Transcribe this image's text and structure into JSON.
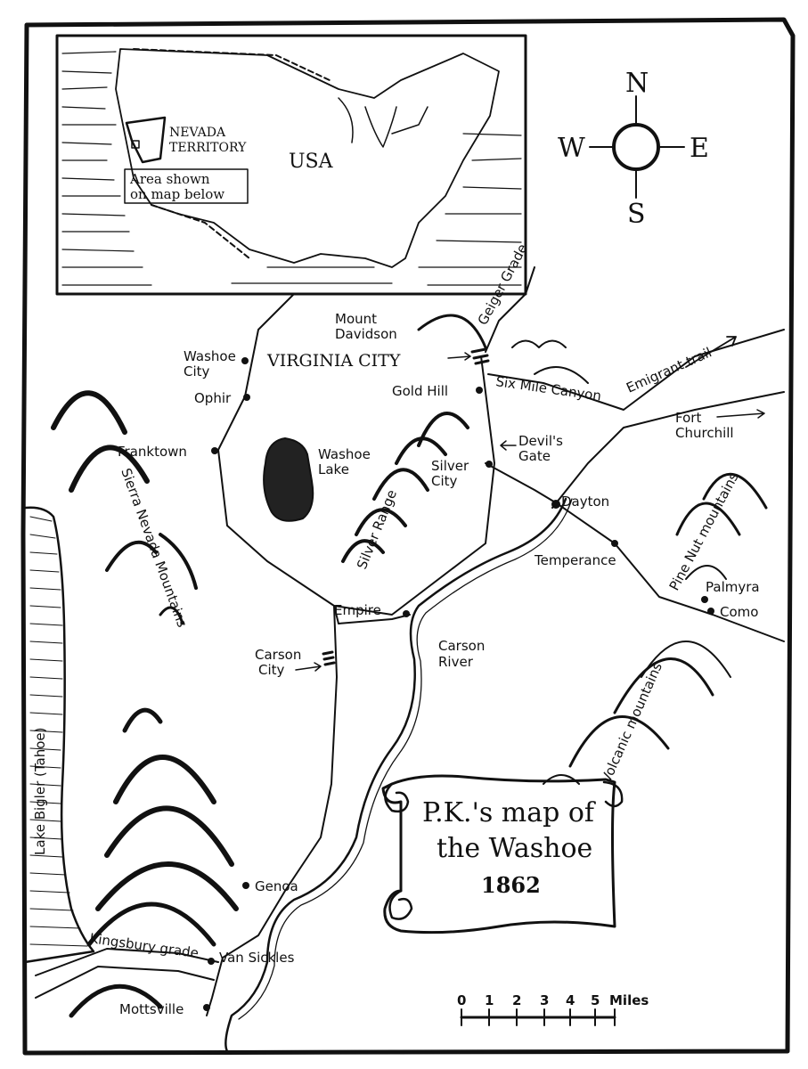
{
  "title": {
    "line1": "P.K.'s map of",
    "line2": "the Washoe",
    "year": "1862"
  },
  "inset": {
    "country": "USA",
    "territory_line1": "NEVADA",
    "territory_line2": "TERRITORY",
    "note_line1": "Area shown",
    "note_line2": "on map below"
  },
  "compass": {
    "n": "N",
    "s": "S",
    "e": "E",
    "w": "W"
  },
  "places": {
    "virginia_city": "VIRGINIA CITY",
    "mount_davidson_1": "Mount",
    "mount_davidson_2": "Davidson",
    "geiger_grade": "Geiger Grade",
    "washoe_city_1": "Washoe",
    "washoe_city_2": "City",
    "ophir": "Ophir",
    "gold_hill": "Gold Hill",
    "six_mile_canyon": "Six Mile Canyon",
    "emigrant_trail": "Emigrant trail",
    "fort_churchill_1": "Fort",
    "fort_churchill_2": "Churchill",
    "franktown": "Franktown",
    "washoe_lake_1": "Washoe",
    "washoe_lake_2": "Lake",
    "devils_gate_1": "Devil's",
    "devils_gate_2": "Gate",
    "silver_city_1": "Silver",
    "silver_city_2": "City",
    "dayton": "Dayton",
    "silver_range": "Silver Range",
    "sierra_nevada": "Sierra Nevada Mountains",
    "temperance": "Temperance",
    "pine_nut": "Pine Nut mountains",
    "palmyra": "Palmyra",
    "como": "Como",
    "empire": "Empire",
    "carson_city_1": "Carson",
    "carson_city_2": "City",
    "carson_river_1": "Carson",
    "carson_river_2": "River",
    "lake_bigler": "Lake Bigler (Tahoe)",
    "volcanic": "Volcanic mountains",
    "genoa": "Genoa",
    "kingsbury_grade": "Kingsbury grade",
    "van_sickles": "Van Sickles",
    "mottsville": "Mottsville"
  },
  "scale": {
    "ticks": [
      "0",
      "1",
      "2",
      "3",
      "4",
      "5"
    ],
    "unit": "Miles"
  }
}
